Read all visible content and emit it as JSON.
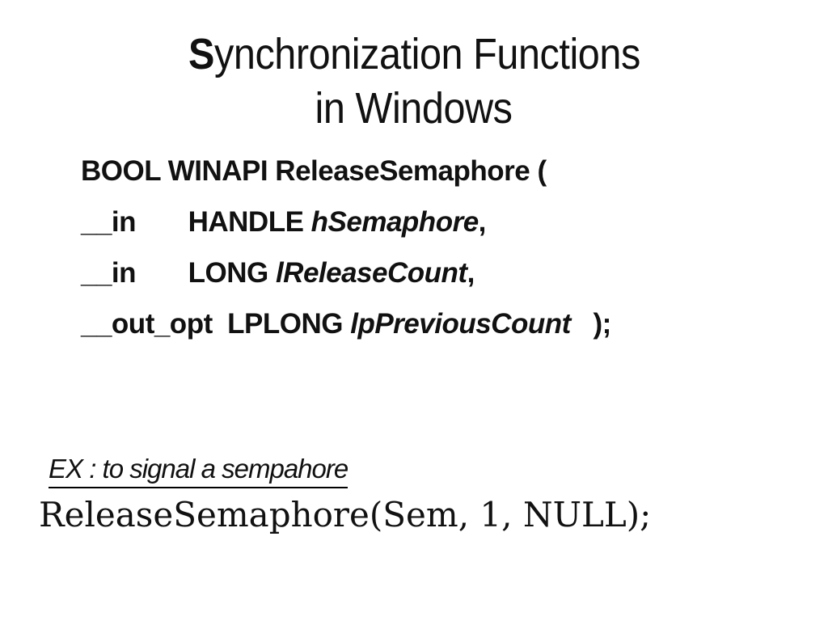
{
  "colors": {
    "background": "#ffffff",
    "text": "#000000"
  },
  "slide": {
    "title": {
      "line1_lead": "S",
      "line1_rest": "ynchronization Functions",
      "line2": "in Windows"
    },
    "function_signature": {
      "lines": [
        {
          "segments": [
            {
              "text": "BOOL WINAPI ReleaseSemaphore (",
              "style": "b"
            }
          ]
        },
        {
          "segments": [
            {
              "text": "__in       HANDLE ",
              "style": "b"
            },
            {
              "text": "hSemaphore",
              "style": "bi"
            },
            {
              "text": ",",
              "style": "b"
            }
          ]
        },
        {
          "segments": [
            {
              "text": "__in       LONG ",
              "style": "b"
            },
            {
              "text": "lReleaseCount",
              "style": "bi"
            },
            {
              "text": ",",
              "style": "b"
            }
          ]
        },
        {
          "segments": [
            {
              "text": "__out_opt  LPLONG ",
              "style": "b"
            },
            {
              "text": "lpPreviousCount",
              "style": "bi"
            },
            {
              "text": "   );",
              "style": "b"
            }
          ]
        }
      ]
    },
    "example": {
      "heading": "EX : to signal a sempahore",
      "code": "ReleaseSemaphore(Sem, 1, NULL);"
    }
  }
}
